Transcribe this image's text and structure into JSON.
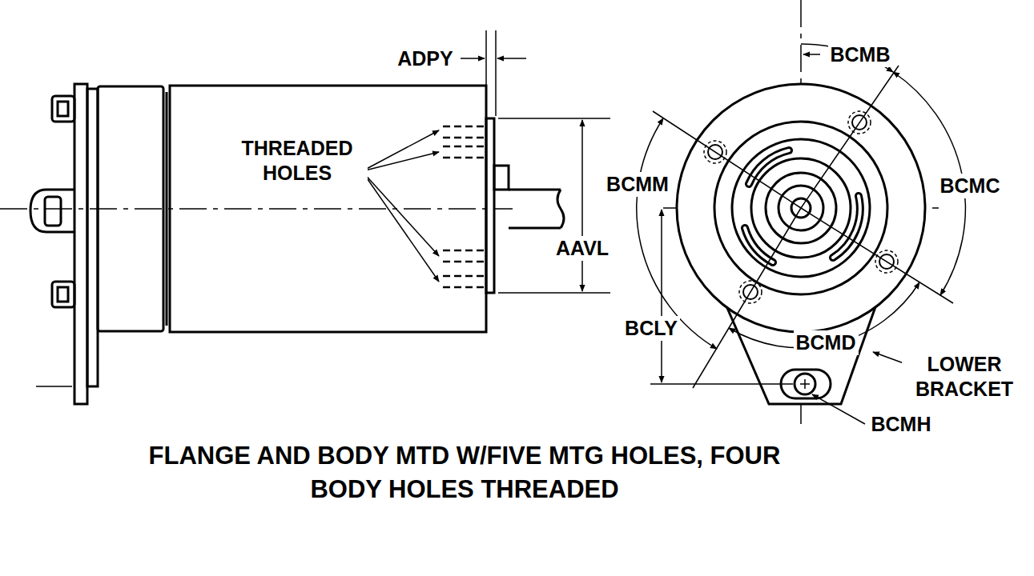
{
  "diagram": {
    "caption": "FLANGE AND BODY MTD W/FIVE MTG HOLES, FOUR BODY HOLES THREADED",
    "labels": [
      "ADPY",
      "THREADED HOLES",
      "AAVL",
      "BCMB",
      "BCMM",
      "BCMC",
      "BCLY",
      "BCMD",
      "LOWER BRACKET",
      "BCMH"
    ]
  }
}
